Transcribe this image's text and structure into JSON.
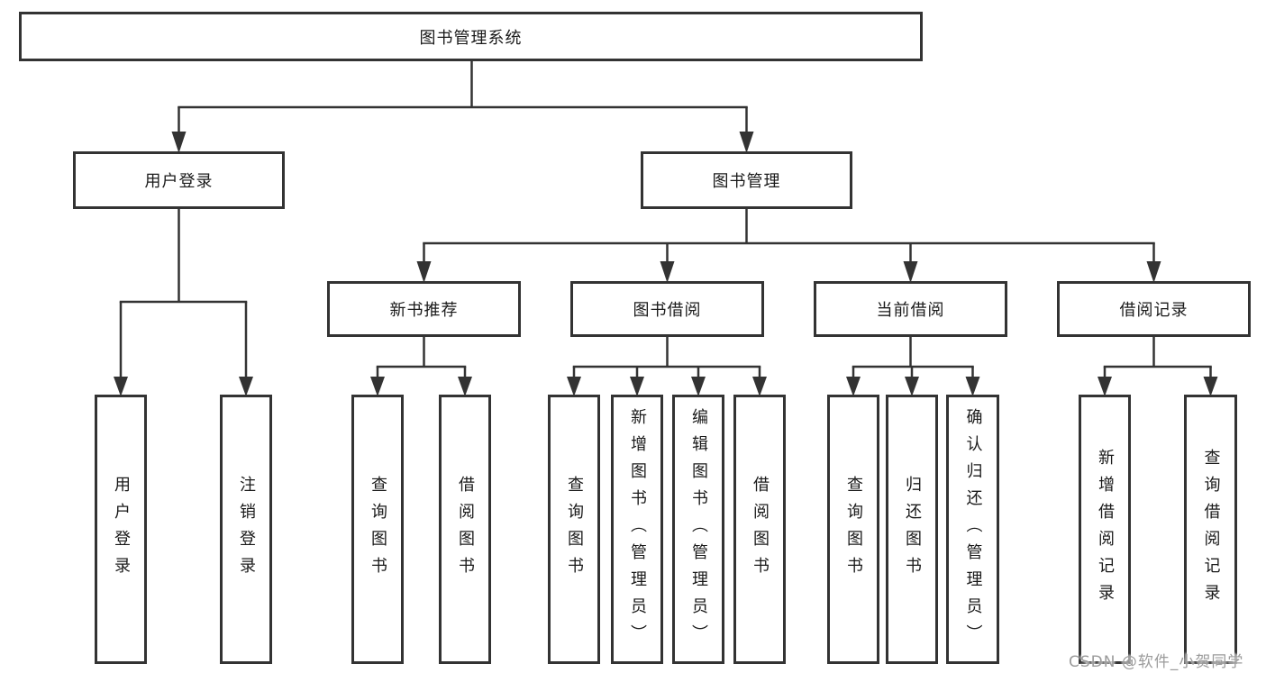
{
  "title": {
    "label": "图书管理系统"
  },
  "branches": [
    {
      "label": "用户登录",
      "children": [
        {
          "label": "用户登录"
        },
        {
          "label": "注销登录"
        }
      ]
    },
    {
      "label": "图书管理",
      "children": [
        {
          "label": "新书推荐",
          "children": [
            {
              "label": "查询图书"
            },
            {
              "label": "借阅图书"
            }
          ]
        },
        {
          "label": "图书借阅",
          "children": [
            {
              "label": "查询图书"
            },
            {
              "label": "新增图书（管理员）"
            },
            {
              "label": "编辑图书（管理员）"
            },
            {
              "label": "借阅图书"
            }
          ]
        },
        {
          "label": "当前借阅",
          "children": [
            {
              "label": "查询图书"
            },
            {
              "label": "归还图书"
            },
            {
              "label": "确认归还（管理员）"
            }
          ]
        },
        {
          "label": "借阅记录",
          "children": [
            {
              "label": "新增借阅记录"
            },
            {
              "label": "查询借阅记录"
            }
          ]
        }
      ]
    }
  ],
  "watermark": {
    "text": "CSDN @软件_小贺同学"
  },
  "colors": {
    "line": "#333333",
    "border": "#333333",
    "text": "#1a1a1a",
    "watermark": "#9b9b9b",
    "background": "#ffffff"
  }
}
